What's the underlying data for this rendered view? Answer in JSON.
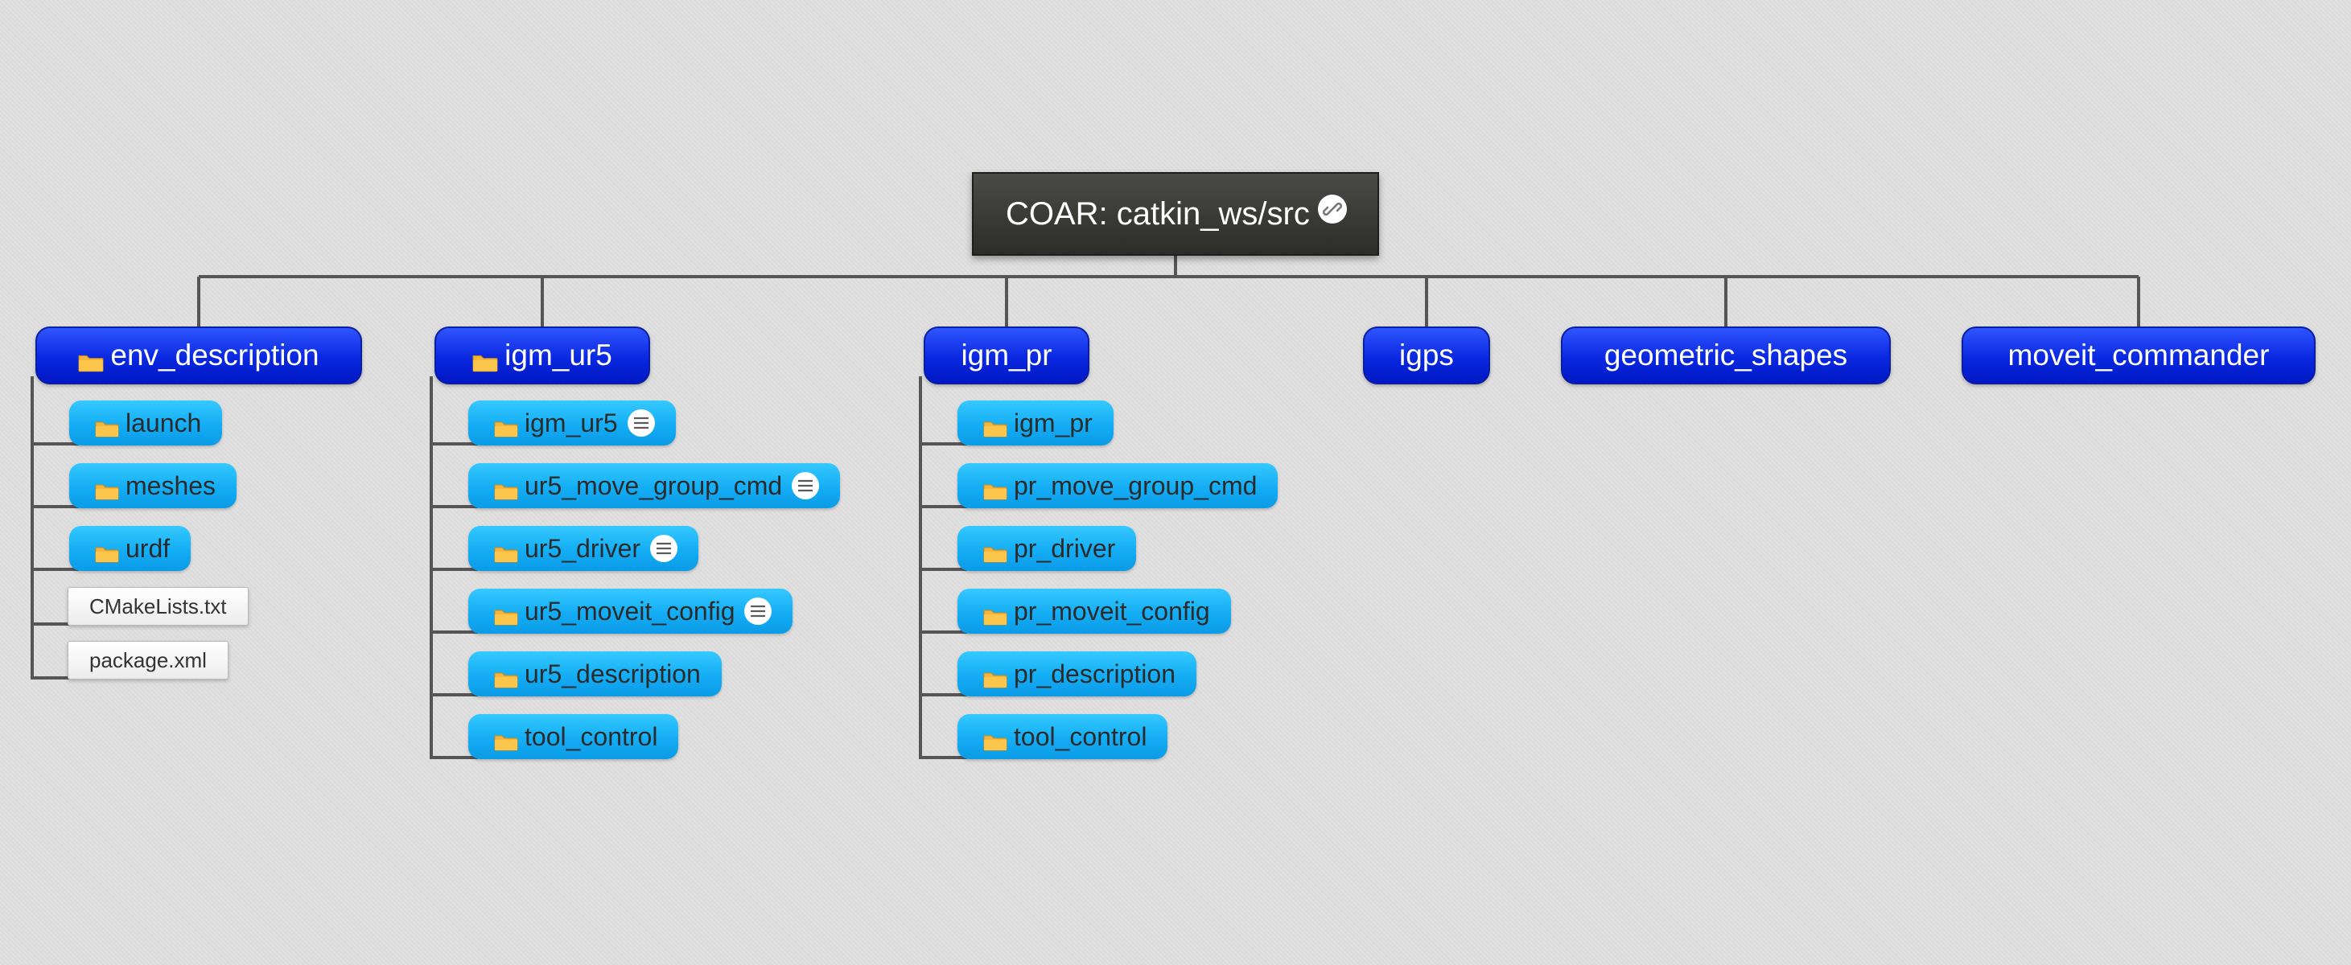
{
  "diagram": {
    "root": {
      "label": "COAR: catkin_ws/src",
      "icon": "link-icon"
    },
    "branches": [
      {
        "label": "env_description",
        "icon": "folder-icon",
        "children": [
          {
            "label": "launch",
            "kind": "folder"
          },
          {
            "label": "meshes",
            "kind": "folder"
          },
          {
            "label": "urdf",
            "kind": "folder"
          },
          {
            "label": "CMakeLists.txt",
            "kind": "file"
          },
          {
            "label": "package.xml",
            "kind": "file"
          }
        ]
      },
      {
        "label": "igm_ur5",
        "icon": "folder-icon",
        "children": [
          {
            "label": "igm_ur5",
            "kind": "folder",
            "note": true
          },
          {
            "label": "ur5_move_group_cmd",
            "kind": "folder",
            "note": true
          },
          {
            "label": "ur5_driver",
            "kind": "folder",
            "note": true
          },
          {
            "label": "ur5_moveit_config",
            "kind": "folder",
            "note": true
          },
          {
            "label": "ur5_description",
            "kind": "folder"
          },
          {
            "label": "tool_control",
            "kind": "folder"
          }
        ]
      },
      {
        "label": "igm_pr",
        "children": [
          {
            "label": "igm_pr",
            "kind": "folder"
          },
          {
            "label": "pr_move_group_cmd",
            "kind": "folder"
          },
          {
            "label": "pr_driver",
            "kind": "folder"
          },
          {
            "label": "pr_moveit_config",
            "kind": "folder"
          },
          {
            "label": "pr_description",
            "kind": "folder"
          },
          {
            "label": "tool_control",
            "kind": "folder"
          }
        ]
      },
      {
        "label": "igps",
        "children": []
      },
      {
        "label": "geometric_shapes",
        "children": []
      },
      {
        "label": "moveit_commander",
        "children": []
      }
    ]
  },
  "colors": {
    "background": "#dedede",
    "connector": "#555555",
    "root_fill": "#333330",
    "main_topic": "#0a28e0",
    "subtopic": "#14adf5",
    "file_box": "#f4f4f4",
    "folder": "#f4b53a"
  }
}
